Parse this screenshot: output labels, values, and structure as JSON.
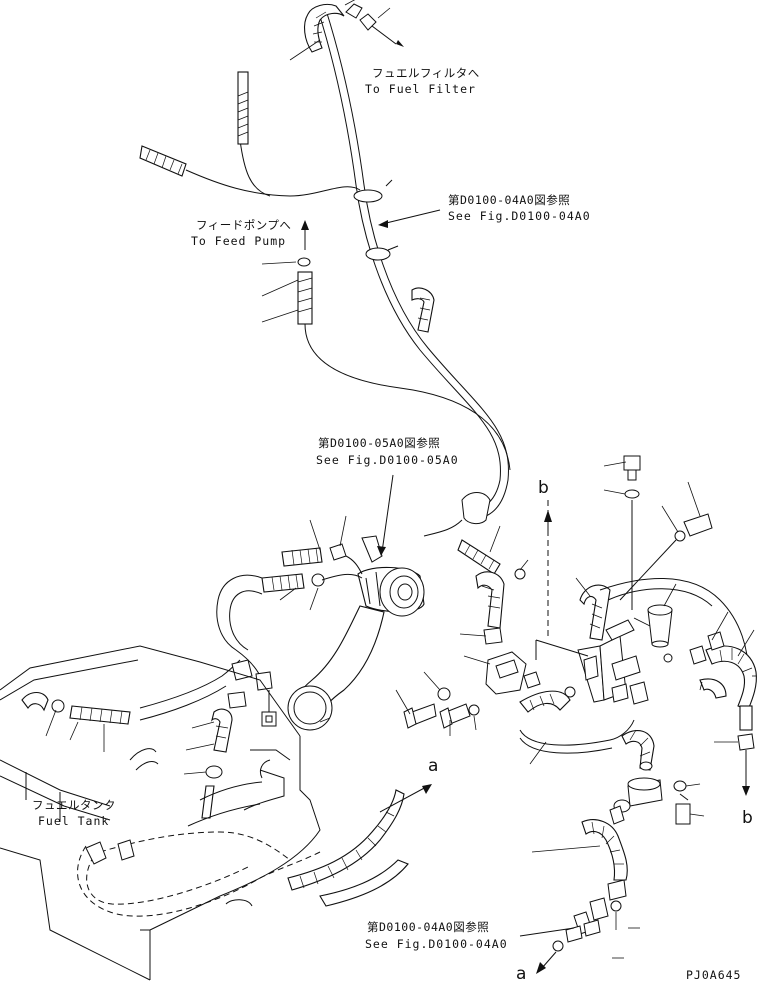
{
  "labels": {
    "fuel_filter_jp": "フュエルフィルタへ",
    "fuel_filter_en": "To Fuel Filter",
    "feed_pump_jp": "フィードポンプへ",
    "feed_pump_en": "To Feed Pump",
    "ref1_jp": "第D0100-04A0図参照",
    "ref1_en": "See Fig.D0100-04A0",
    "ref2_jp": "第D0100-05A0図参照",
    "ref2_en": "See Fig.D0100-05A0",
    "ref3_jp": "第D0100-04A0図参照",
    "ref3_en": "See Fig.D0100-04A0",
    "fuel_tank_jp": "フュエルタンク",
    "fuel_tank_en": "Fuel Tank",
    "drawing_code": "PJ0A645"
  },
  "markers": {
    "b_top": "b",
    "b_right": "b",
    "a_mid": "a",
    "a_bottom": "a"
  },
  "colors": {
    "line": "#111111",
    "background": "#ffffff"
  }
}
